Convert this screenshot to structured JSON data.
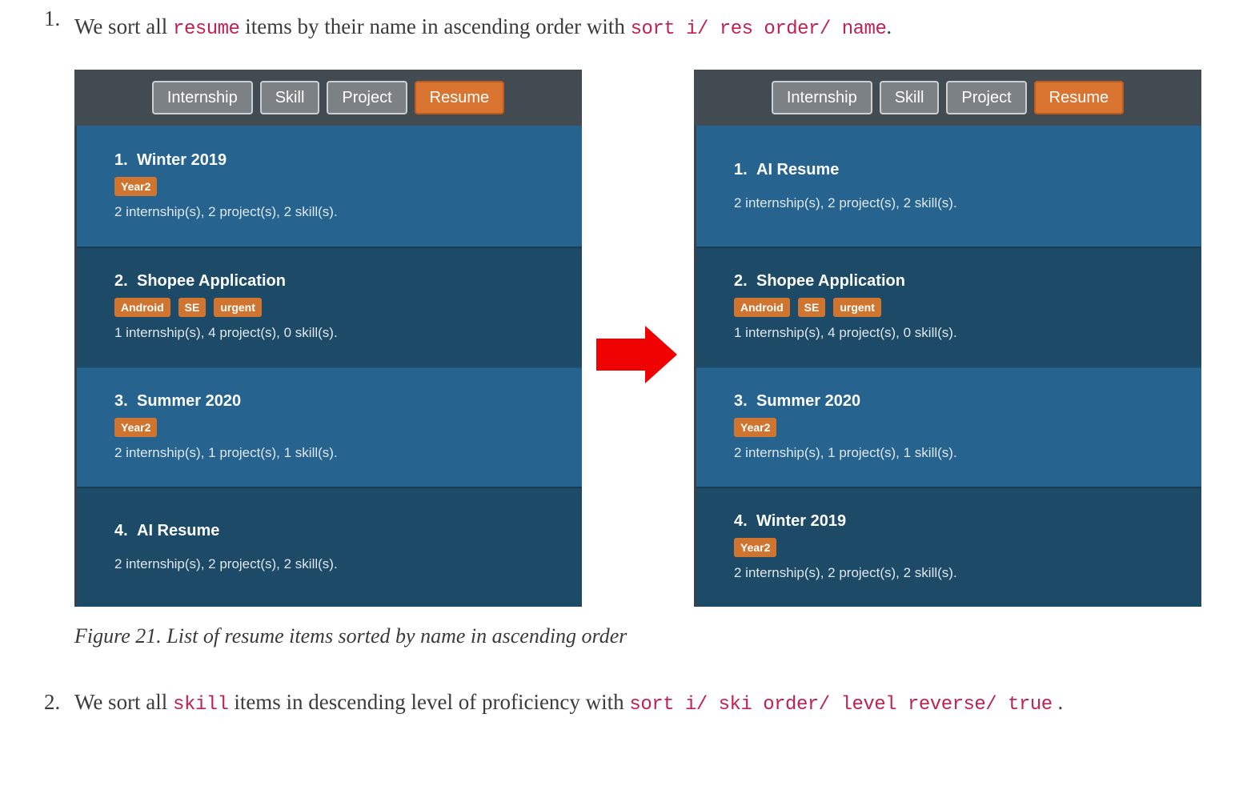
{
  "colors": {
    "code_text": "#bf2150",
    "app_header_bg": "#424a52",
    "card_light_blue": "#26648f",
    "card_dark_blue": "#1d4a67",
    "tab_gray": "#7c8186",
    "tab_active_orange": "#d97431",
    "tag_orange": "#d0752f",
    "arrow_red": "#ee0202"
  },
  "steps": [
    {
      "number": "1.",
      "segments": [
        {
          "text": "We sort all ",
          "code": false
        },
        {
          "text": "resume",
          "code": true
        },
        {
          "text": " items by their name in ascending order with ",
          "code": false
        },
        {
          "text": "sort i/ res order/ name",
          "code": true
        },
        {
          "text": ".",
          "code": false
        }
      ]
    },
    {
      "number": "2.",
      "segments": [
        {
          "text": "We sort all ",
          "code": false
        },
        {
          "text": "skill",
          "code": true
        },
        {
          "text": " items in descending level of proficiency with ",
          "code": false
        },
        {
          "text": "sort i/ ski order/ level reverse/ true",
          "code": true
        },
        {
          "text": " .",
          "code": false
        }
      ]
    }
  ],
  "figure": {
    "caption": "Figure 21. List of resume items sorted by name in ascending order",
    "arrow_icon": "red-right-arrow"
  },
  "app": {
    "tabs": [
      {
        "label": "Internship",
        "active": false
      },
      {
        "label": "Skill",
        "active": false
      },
      {
        "label": "Project",
        "active": false
      },
      {
        "label": "Resume",
        "active": true
      }
    ]
  },
  "panels": [
    {
      "name": "before",
      "items": [
        {
          "index": "1.",
          "title": "Winter 2019",
          "tags": [
            "Year2"
          ],
          "summary": "2 internship(s), 2 project(s), 2 skill(s)."
        },
        {
          "index": "2.",
          "title": "Shopee Application",
          "tags": [
            "Android",
            "SE",
            "urgent"
          ],
          "summary": "1 internship(s), 4 project(s), 0 skill(s)."
        },
        {
          "index": "3.",
          "title": "Summer 2020",
          "tags": [
            "Year2"
          ],
          "summary": "2 internship(s), 1 project(s), 1 skill(s)."
        },
        {
          "index": "4.",
          "title": "AI Resume",
          "tags": [],
          "summary": "2 internship(s), 2 project(s), 2 skill(s)."
        }
      ]
    },
    {
      "name": "after",
      "items": [
        {
          "index": "1.",
          "title": "AI Resume",
          "tags": [],
          "summary": "2 internship(s), 2 project(s), 2 skill(s)."
        },
        {
          "index": "2.",
          "title": "Shopee Application",
          "tags": [
            "Android",
            "SE",
            "urgent"
          ],
          "summary": "1 internship(s), 4 project(s), 0 skill(s)."
        },
        {
          "index": "3.",
          "title": "Summer 2020",
          "tags": [
            "Year2"
          ],
          "summary": "2 internship(s), 1 project(s), 1 skill(s)."
        },
        {
          "index": "4.",
          "title": "Winter 2019",
          "tags": [
            "Year2"
          ],
          "summary": "2 internship(s), 2 project(s), 2 skill(s)."
        }
      ]
    }
  ]
}
